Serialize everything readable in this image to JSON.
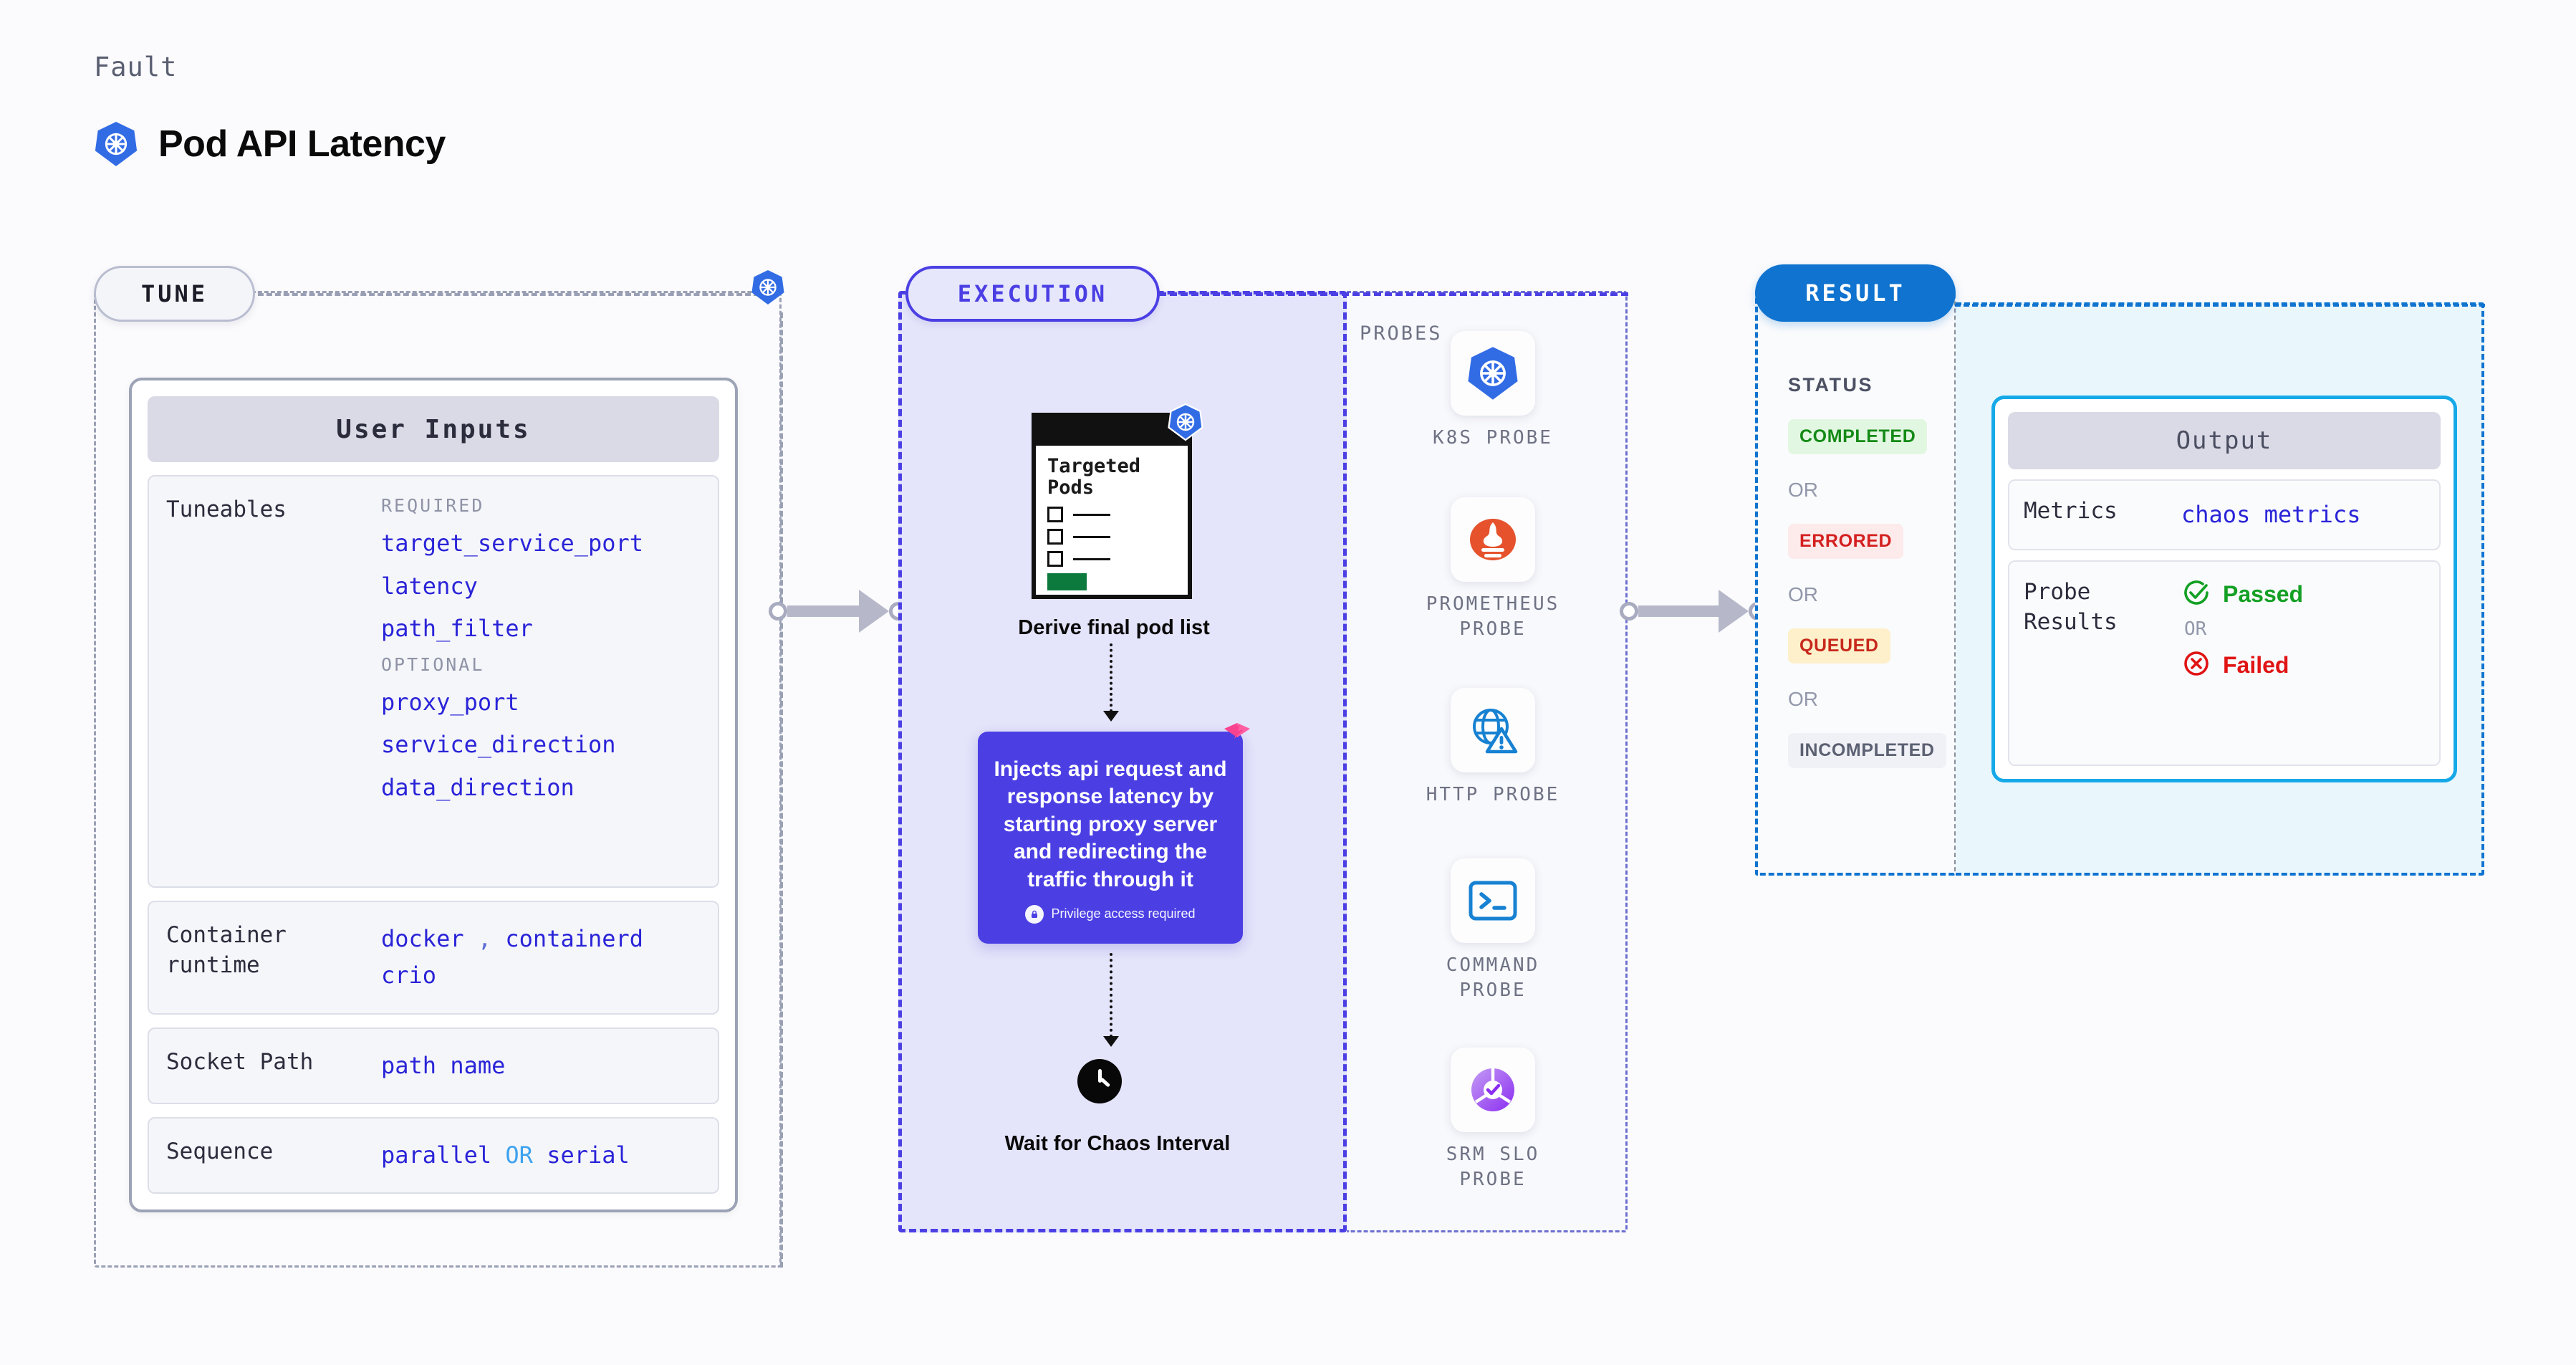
{
  "header": {
    "kicker": "Fault",
    "title": "Pod API Latency",
    "logo_icon": "kubernetes-icon"
  },
  "tune": {
    "pill_label": "TUNE",
    "platform_icon": "kubernetes-icon",
    "card_title": "User Inputs",
    "sections": [
      {
        "label": "Tuneables",
        "groups": [
          {
            "heading": "REQUIRED",
            "items": [
              "target_service_port",
              "latency",
              "path_filter"
            ]
          },
          {
            "heading": "OPTIONAL",
            "items": [
              "proxy_port",
              "service_direction",
              "data_direction"
            ]
          }
        ]
      },
      {
        "label": "Container runtime",
        "values_line1": "docker",
        "separator": ",",
        "values_line1b": "containerd",
        "values_line2": "crio"
      },
      {
        "label": "Socket Path",
        "value": "path name"
      },
      {
        "label": "Sequence",
        "value_a": "parallel",
        "joiner": "OR",
        "value_b": "serial"
      }
    ]
  },
  "execution": {
    "pill_label": "EXECUTION",
    "pods_card": {
      "title": "Targeted Pods",
      "badge_icon": "kubernetes-icon",
      "rows": 3
    },
    "derive_caption": "Derive final pod list",
    "inject": {
      "text": "Injects api request and response latency by starting proxy server and redirecting the traffic through it",
      "privilege_note": "Privilege access required",
      "privilege_icon": "lock-icon",
      "chaos_icon": "litmus-chaos-icon",
      "color": "#4b3fe4"
    },
    "wait_caption": "Wait for Chaos Interval",
    "wait_icon": "clock-icon"
  },
  "probes": {
    "title": "PROBES",
    "items": [
      {
        "label": "K8S PROBE",
        "icon": "kubernetes-icon"
      },
      {
        "label": "PROMETHEUS PROBE",
        "icon": "prometheus-icon"
      },
      {
        "label": "HTTP PROBE",
        "icon": "globe-warning-icon"
      },
      {
        "label": "COMMAND PROBE",
        "icon": "terminal-icon"
      },
      {
        "label": "SRM SLO PROBE",
        "icon": "srm-slo-icon"
      }
    ]
  },
  "result": {
    "pill_label": "RESULT",
    "status_title": "STATUS",
    "or_label": "OR",
    "statuses": [
      {
        "label": "COMPLETED",
        "bg": "#e2f7e1",
        "fg": "#148a16"
      },
      {
        "label": "ERRORED",
        "bg": "#fdeaea",
        "fg": "#d41f1f"
      },
      {
        "label": "QUEUED",
        "bg": "#fdf0cb",
        "fg": "#c8281c"
      },
      {
        "label": "INCOMPLETED",
        "bg": "#f0f1f6",
        "fg": "#5b6072"
      }
    ],
    "output": {
      "title": "Output",
      "metrics_label": "Metrics",
      "metrics_value": "chaos metrics",
      "probe_results_label": "Probe Results",
      "passed_label": "Passed",
      "failed_label": "Failed",
      "or_label": "OR",
      "passed_icon": "check-circle-icon",
      "failed_icon": "x-circle-icon"
    }
  },
  "colors": {
    "accent_purple": "#4b3fe4",
    "accent_blue": "#0f73cf",
    "accent_cyan": "#16a9e8",
    "mono_link": "#2a24d8"
  }
}
